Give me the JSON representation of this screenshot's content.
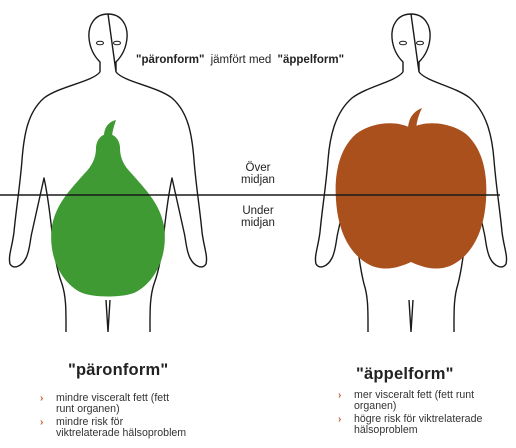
{
  "header": {
    "left_term": "\"päronform\"",
    "connector": "jämfört med",
    "right_term": "\"äppelform\""
  },
  "waist": {
    "above_line1": "Över",
    "above_line2": "midjan",
    "below_line1": "Under",
    "below_line2": "midjan"
  },
  "pear": {
    "title": "\"päronform\"",
    "color": "#3f9a34",
    "points": [
      {
        "line1": "mindre visceralt fett (fett",
        "line2": "runt organen)"
      },
      {
        "line1": "mindre risk för",
        "line2": "viktrelaterade hälsoproblem"
      }
    ]
  },
  "apple": {
    "title": "\"äppelform\"",
    "color": "#a9501c",
    "points": [
      {
        "line1": "mer visceralt fett (fett runt",
        "line2": "organen)"
      },
      {
        "line1": "högre risk för viktrelaterade",
        "line2": "hälsoproblem"
      }
    ]
  },
  "colors": {
    "outline": "#1a1a1a",
    "bullet_chevron": "#c0602a"
  },
  "icons": {
    "bullet": "chevron-right-icon"
  }
}
